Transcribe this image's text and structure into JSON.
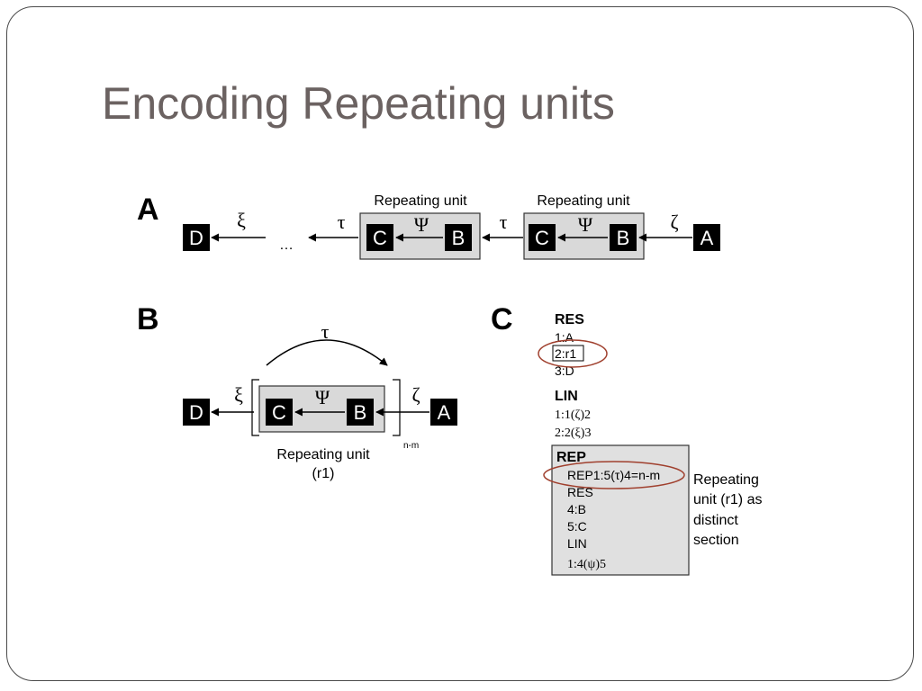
{
  "title": "Encoding Repeating units",
  "panels": {
    "a": "A",
    "b": "B",
    "c": "C"
  },
  "nodes": {
    "a": "A",
    "b": "B",
    "c": "C",
    "d": "D"
  },
  "greek": {
    "xi": "ξ",
    "tau": "τ",
    "psi": "Ψ",
    "zeta": "ζ"
  },
  "labels": {
    "repeating_unit": "Repeating unit",
    "ellipsis": "…",
    "r1": "(r1)",
    "n_m": "n-m",
    "note_lines": [
      "Repeating",
      "unit (r1) as",
      "distinct",
      "section"
    ]
  },
  "code": {
    "res_header": "RES",
    "res_lines": [
      "1:A",
      "2:r1",
      "3:D"
    ],
    "lin_header": "LIN",
    "lin_lines": [
      "1:1(ζ)2",
      "2:2(ξ)3"
    ],
    "rep_header": "REP",
    "rep_lines": [
      "REP1:5(τ)4=n-m",
      "RES",
      "4:B",
      "5:C",
      "LIN",
      "1:4(ψ)5"
    ]
  },
  "colors": {
    "title": "#6b6261",
    "unit_fill": "#d9d9d9",
    "highlight": "#a0402e"
  }
}
